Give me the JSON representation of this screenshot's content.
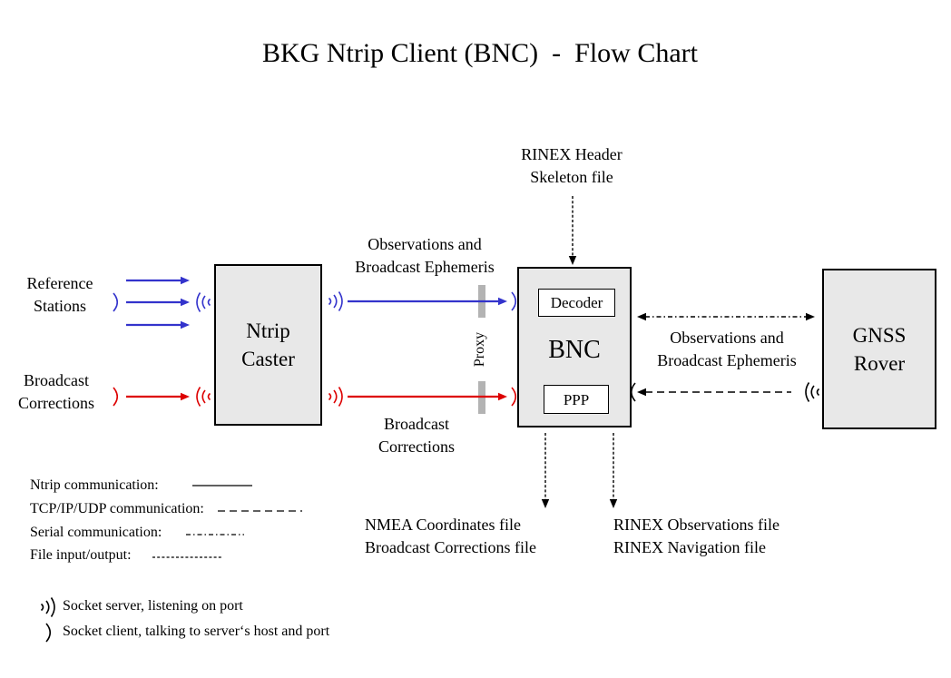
{
  "title": "BKG Ntrip Client (BNC)  -  Flow Chart",
  "colors": {
    "ntrip_blue": "#3333cc",
    "corrections_red": "#dd0000",
    "node_fill": "#e8e8e8",
    "proxy_bar": "#b3b3b3",
    "diagram_black": "#000000"
  },
  "nodes": {
    "ntrip_caster": {
      "line1": "Ntrip",
      "line2": "Caster"
    },
    "bnc": {
      "label": "BNC",
      "decoder": "Decoder",
      "ppp": "PPP"
    },
    "gnss_rover": {
      "line1": "GNSS",
      "line2": "Rover"
    },
    "proxy": {
      "label": "Proxy"
    }
  },
  "labels": {
    "rinex_header": {
      "line1": "RINEX Header",
      "line2": "Skeleton file"
    },
    "reference_stations": {
      "line1": "Reference",
      "line2": "Stations"
    },
    "broadcast_corrections_left": {
      "line1": "Broadcast",
      "line2": "Corrections"
    },
    "obs_ephemeris_top": {
      "line1": "Observations and",
      "line2": "Broadcast Ephemeris"
    },
    "broadcast_corrections_mid": {
      "line1": "Broadcast",
      "line2": "Corrections"
    },
    "obs_ephemeris_right": {
      "line1": "Observations and",
      "line2": "Broadcast Ephemeris"
    },
    "nmea_files": {
      "line1": "NMEA Coordinates file",
      "line2": "Broadcast Corrections file"
    },
    "rinex_files": {
      "line1": "RINEX Observations file",
      "line2": "RINEX Navigation file"
    }
  },
  "legend": {
    "items": [
      {
        "label": "Ntrip communication:",
        "style": "solid"
      },
      {
        "label": "TCP/IP/UDP communication:",
        "style": "dashed"
      },
      {
        "label": "Serial communication:",
        "style": "dash-dot"
      },
      {
        "label": "File input/output:",
        "style": "fine-dash"
      }
    ],
    "socket_server": "Socket server, listening on port",
    "socket_client": "Socket client, talking to server‘s host and port"
  }
}
